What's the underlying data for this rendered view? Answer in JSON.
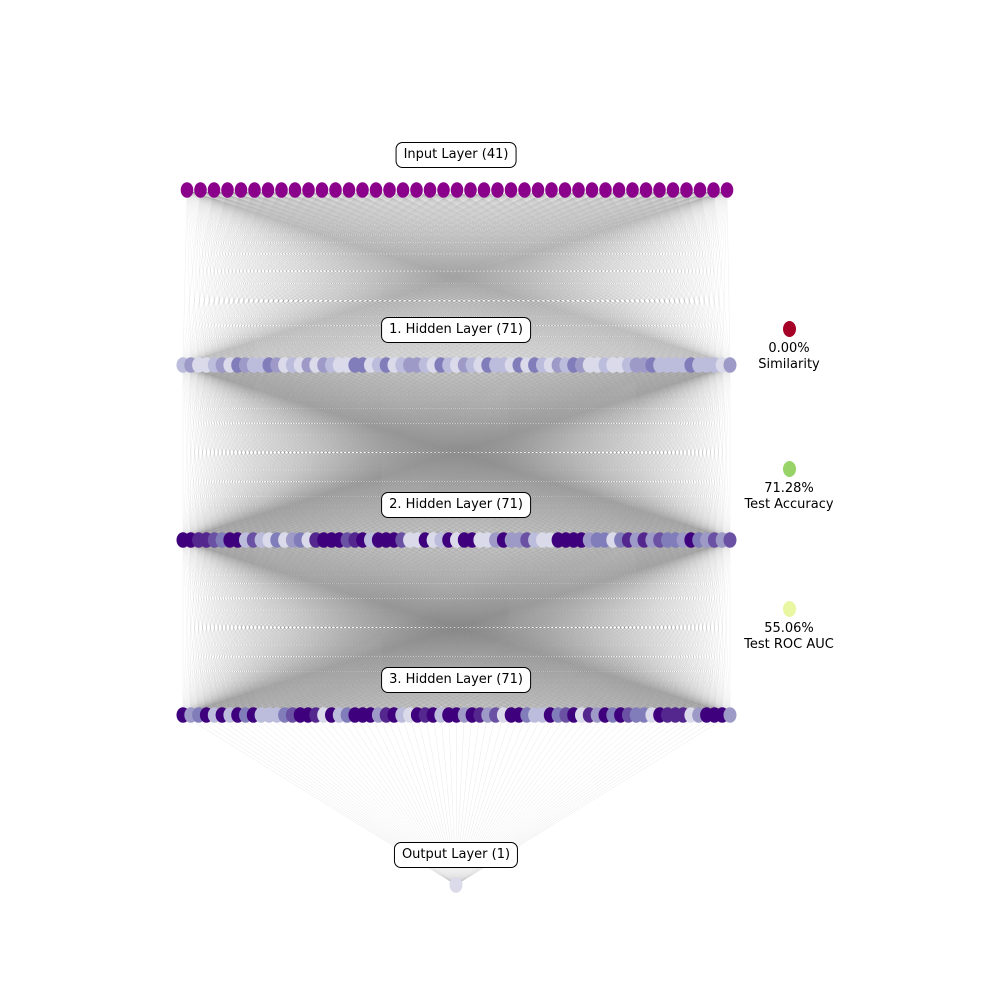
{
  "layers": [
    {
      "label": "Input Layer (41)",
      "count": 41
    },
    {
      "label": "1. Hidden Layer (71)",
      "count": 71
    },
    {
      "label": "2. Hidden Layer (71)",
      "count": 71
    },
    {
      "label": "3. Hidden Layer (71)",
      "count": 71
    },
    {
      "label": "Output Layer (1)",
      "count": 1
    }
  ],
  "colors": {
    "input_node": "#8b008b",
    "palette_light_to_dark": [
      "#dadaeb",
      "#bcbddc",
      "#9e9ac8",
      "#807dba",
      "#6a51a3",
      "#54278f",
      "#3f007d"
    ],
    "output_node": "#dadaeb",
    "edge": "#808080"
  },
  "metrics": [
    {
      "value": "0.00%",
      "name": "Similarity",
      "color": "#a50026"
    },
    {
      "value": "71.28%",
      "name": "Test Accuracy",
      "color": "#98d368"
    },
    {
      "value": "55.06%",
      "name": "Test ROC AUC",
      "color": "#e9f6a2"
    }
  ]
}
